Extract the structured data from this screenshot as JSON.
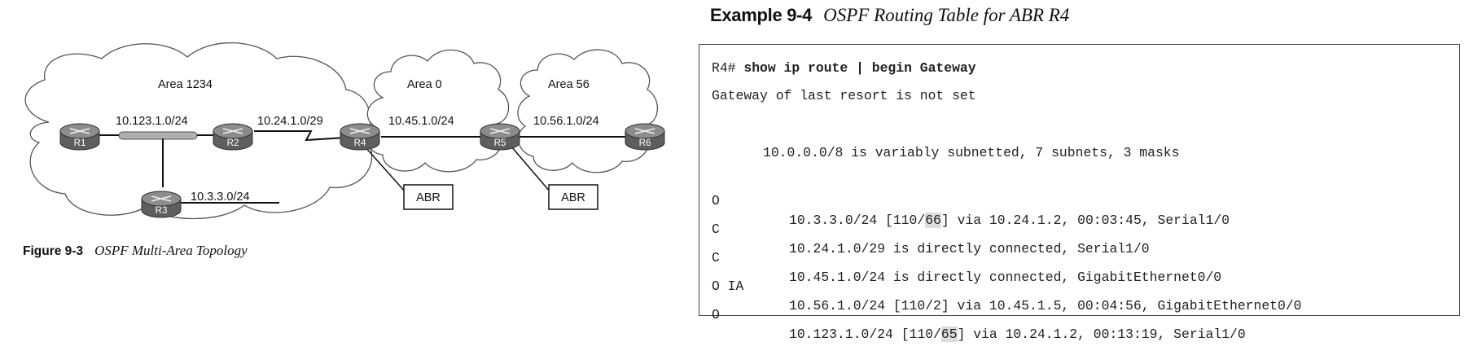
{
  "figure": {
    "number": "Figure 9-3",
    "title": "OSPF Multi-Area Topology",
    "areas": [
      "Area 1234",
      "Area 0",
      "Area 56"
    ],
    "routers": [
      "R1",
      "R2",
      "R3",
      "R4",
      "R5",
      "R6"
    ],
    "networks": [
      "10.123.1.0/24",
      "10.24.1.0/29",
      "10.45.1.0/24",
      "10.56.1.0/24",
      "10.3.3.0/24"
    ],
    "abr_labels": [
      "ABR",
      "ABR"
    ],
    "colors": {
      "cloud_stroke": "#555555",
      "router_fill": "#7a7a7a",
      "ethernet_segment": "#b0b0b0"
    }
  },
  "example": {
    "number": "Example 9-4",
    "title": "OSPF Routing Table for ABR R4",
    "prompt": "R4# ",
    "command": "show ip route | begin Gateway",
    "gateway_line": "Gateway of last resort is not set",
    "subnet_summary": "10.0.0.0/8 is variably subnetted, 7 subnets, 3 masks",
    "routes": [
      {
        "code": "O",
        "pre": "10.3.3.0/24 [110/",
        "hl": "66",
        "post": "] via 10.24.1.2, 00:03:45, Serial1/0"
      },
      {
        "code": "C",
        "pre": "10.24.1.0/29 is directly connected, Serial1/0",
        "hl": "",
        "post": ""
      },
      {
        "code": "C",
        "pre": "10.45.1.0/24 is directly connected, GigabitEthernet0/0",
        "hl": "",
        "post": ""
      },
      {
        "code": "O IA",
        "pre": "10.56.1.0/24 [110/2] via 10.45.1.5, 00:04:56, GigabitEthernet0/0",
        "hl": "",
        "post": ""
      },
      {
        "code": "O",
        "pre": "10.123.1.0/24 [110/",
        "hl": "65",
        "post": "] via 10.24.1.2, 00:13:19, Serial1/0"
      }
    ]
  }
}
